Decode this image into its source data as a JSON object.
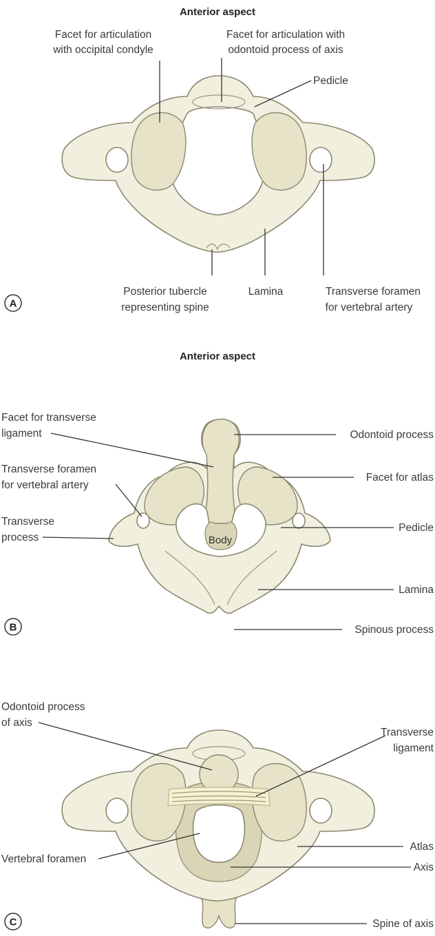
{
  "panels": {
    "a": {
      "letter": "A",
      "header": "Anterior aspect",
      "labels": {
        "occipital_facet_1": "Facet for articulation",
        "occipital_facet_2": "with occipital condyle",
        "odontoid_facet_1": "Facet for articulation with",
        "odontoid_facet_2": "odontoid process of axis",
        "pedicle": "Pedicle",
        "tubercle_1": "Posterior tubercle",
        "tubercle_2": "representing spine",
        "lamina": "Lamina",
        "foramen_1": "Transverse foramen",
        "foramen_2": "for vertebral artery"
      }
    },
    "b": {
      "letter": "B",
      "header": "Anterior aspect",
      "labels": {
        "transverse_lig_facet_1": "Facet for transverse",
        "transverse_lig_facet_2": "ligament",
        "foramen_1": "Transverse foramen",
        "foramen_2": "for vertebral artery",
        "transverse_process_1": "Transverse",
        "transverse_process_2": "process",
        "odontoid": "Odontoid process",
        "atlas_facet": "Facet for atlas",
        "pedicle": "Pedicle",
        "lamina": "Lamina",
        "spinous": "Spinous process",
        "body": "Body"
      }
    },
    "c": {
      "letter": "C",
      "labels": {
        "odontoid_1": "Odontoid process",
        "odontoid_2": "of axis",
        "vertebral_foramen": "Vertebral foramen",
        "transverse_lig_1": "Transverse",
        "transverse_lig_2": "ligament",
        "atlas": "Atlas",
        "axis": "Axis",
        "spine": "Spine of axis"
      }
    }
  }
}
